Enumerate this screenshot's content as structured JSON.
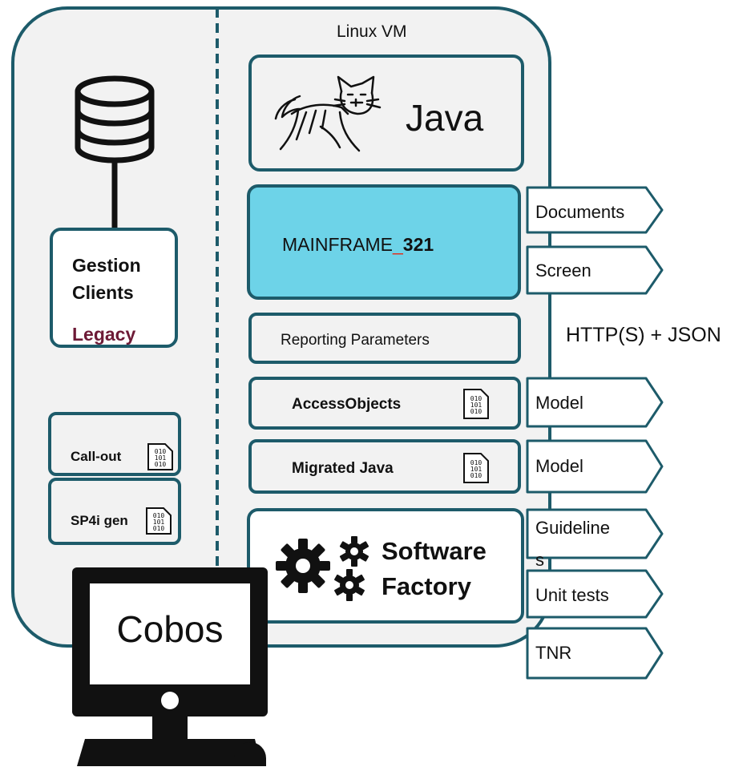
{
  "vm": {
    "title": "Linux VM"
  },
  "java_box": {
    "label": "Java",
    "icon": "tomcat-cat-icon"
  },
  "mainframe": {
    "label_prefix": "MAINFRAME",
    "separator": "_",
    "label_suffix": "321",
    "fill_color": "#6dd3e8",
    "separator_color": "#e0301e"
  },
  "reporting": {
    "label": "Reporting Parameters"
  },
  "access_objects": {
    "label": "AccessObjects",
    "icon": "binary-file-icon"
  },
  "migrated_java": {
    "label": "Migrated Java",
    "icon": "binary-file-icon"
  },
  "software_factory": {
    "line1": "Software",
    "line2": "Factory",
    "icon": "gears-icon"
  },
  "gestion_clients": {
    "line1": "Gestion",
    "line2": "Clients",
    "legacy": "Legacy",
    "legacy_color": "#6d1a36",
    "icon": "database-icon"
  },
  "call_out": {
    "label": "Call-out",
    "icon": "binary-file-icon"
  },
  "sp4i": {
    "label": "SP4i gen",
    "icon": "binary-file-icon"
  },
  "protocol": {
    "label": "HTTP(S) + JSON"
  },
  "ports": {
    "documents": "Documents",
    "screen": "Screen",
    "model_1": "Model",
    "model_2": "Model",
    "guidelines_1": "Guideline",
    "guidelines_2": "s",
    "unit_tests": "Unit tests",
    "tnr": "TNR"
  },
  "computer": {
    "label": "Cobos",
    "icon": "desktop-computer-icon"
  },
  "colors": {
    "border": "#1d5b6a",
    "panel": "#f2f2f2"
  }
}
